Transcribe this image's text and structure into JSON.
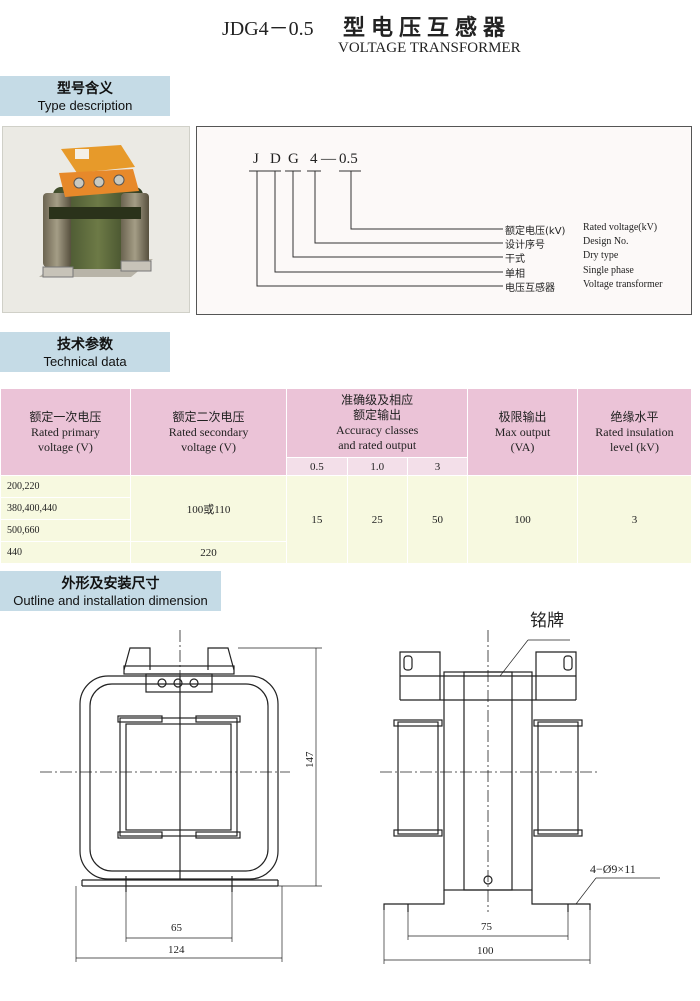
{
  "header": {
    "model": "JDG4－0.5",
    "name_cn": "型电压互感器",
    "name_en": "VOLTAGE TRANSFORMER"
  },
  "sections": {
    "type": {
      "cn": "型号含义",
      "en": "Type description"
    },
    "tech": {
      "cn": "技术参数",
      "en": "Technical data"
    },
    "outline": {
      "cn": "外形及安装尺寸",
      "en": "Outline and installation dimension"
    }
  },
  "type_code": [
    "J",
    "D",
    "G",
    "4",
    "—",
    "0.5"
  ],
  "type_labels": [
    {
      "cn": "额定电压(kV)",
      "en": "Rated voltage(kV)"
    },
    {
      "cn": "设计序号",
      "en": "Design No."
    },
    {
      "cn": "干式",
      "en": "Dry type"
    },
    {
      "cn": "单相",
      "en": "Single phase"
    },
    {
      "cn": "电压互感器",
      "en": "Voltage transformer"
    }
  ],
  "table": {
    "headers": {
      "primary": {
        "cn": "额定一次电压",
        "en1": "Rated primary",
        "en2": "voltage (V)"
      },
      "secondary": {
        "cn": "额定二次电压",
        "en1": "Rated secondary",
        "en2": "voltage (V)"
      },
      "accuracy": {
        "cn1": "准确级及相应",
        "cn2": "额定输出",
        "en1": "Accuracy classes",
        "en2": "and rated output"
      },
      "max": {
        "cn": "极限输出",
        "en1": "Max output",
        "en2": "(VA)"
      },
      "insulation": {
        "cn": "绝缘水平",
        "en1": "Rated insulation",
        "en2": "level (kV)"
      }
    },
    "classes": [
      "0.5",
      "1.0",
      "3"
    ],
    "primary_values": [
      "200,220",
      "380,400,440",
      "500,660",
      "440"
    ],
    "secondary_values": [
      "100或110",
      "220"
    ],
    "outputs": [
      "15",
      "25",
      "50"
    ],
    "max_output": "100",
    "insulation": "3"
  },
  "drawing": {
    "nameplate": "铭牌",
    "hole_spec": "4−Ø9×11",
    "front": {
      "height": "147",
      "mount_width": "65",
      "overall_width": "124"
    },
    "side": {
      "mount_width": "75",
      "overall_width": "100"
    }
  }
}
